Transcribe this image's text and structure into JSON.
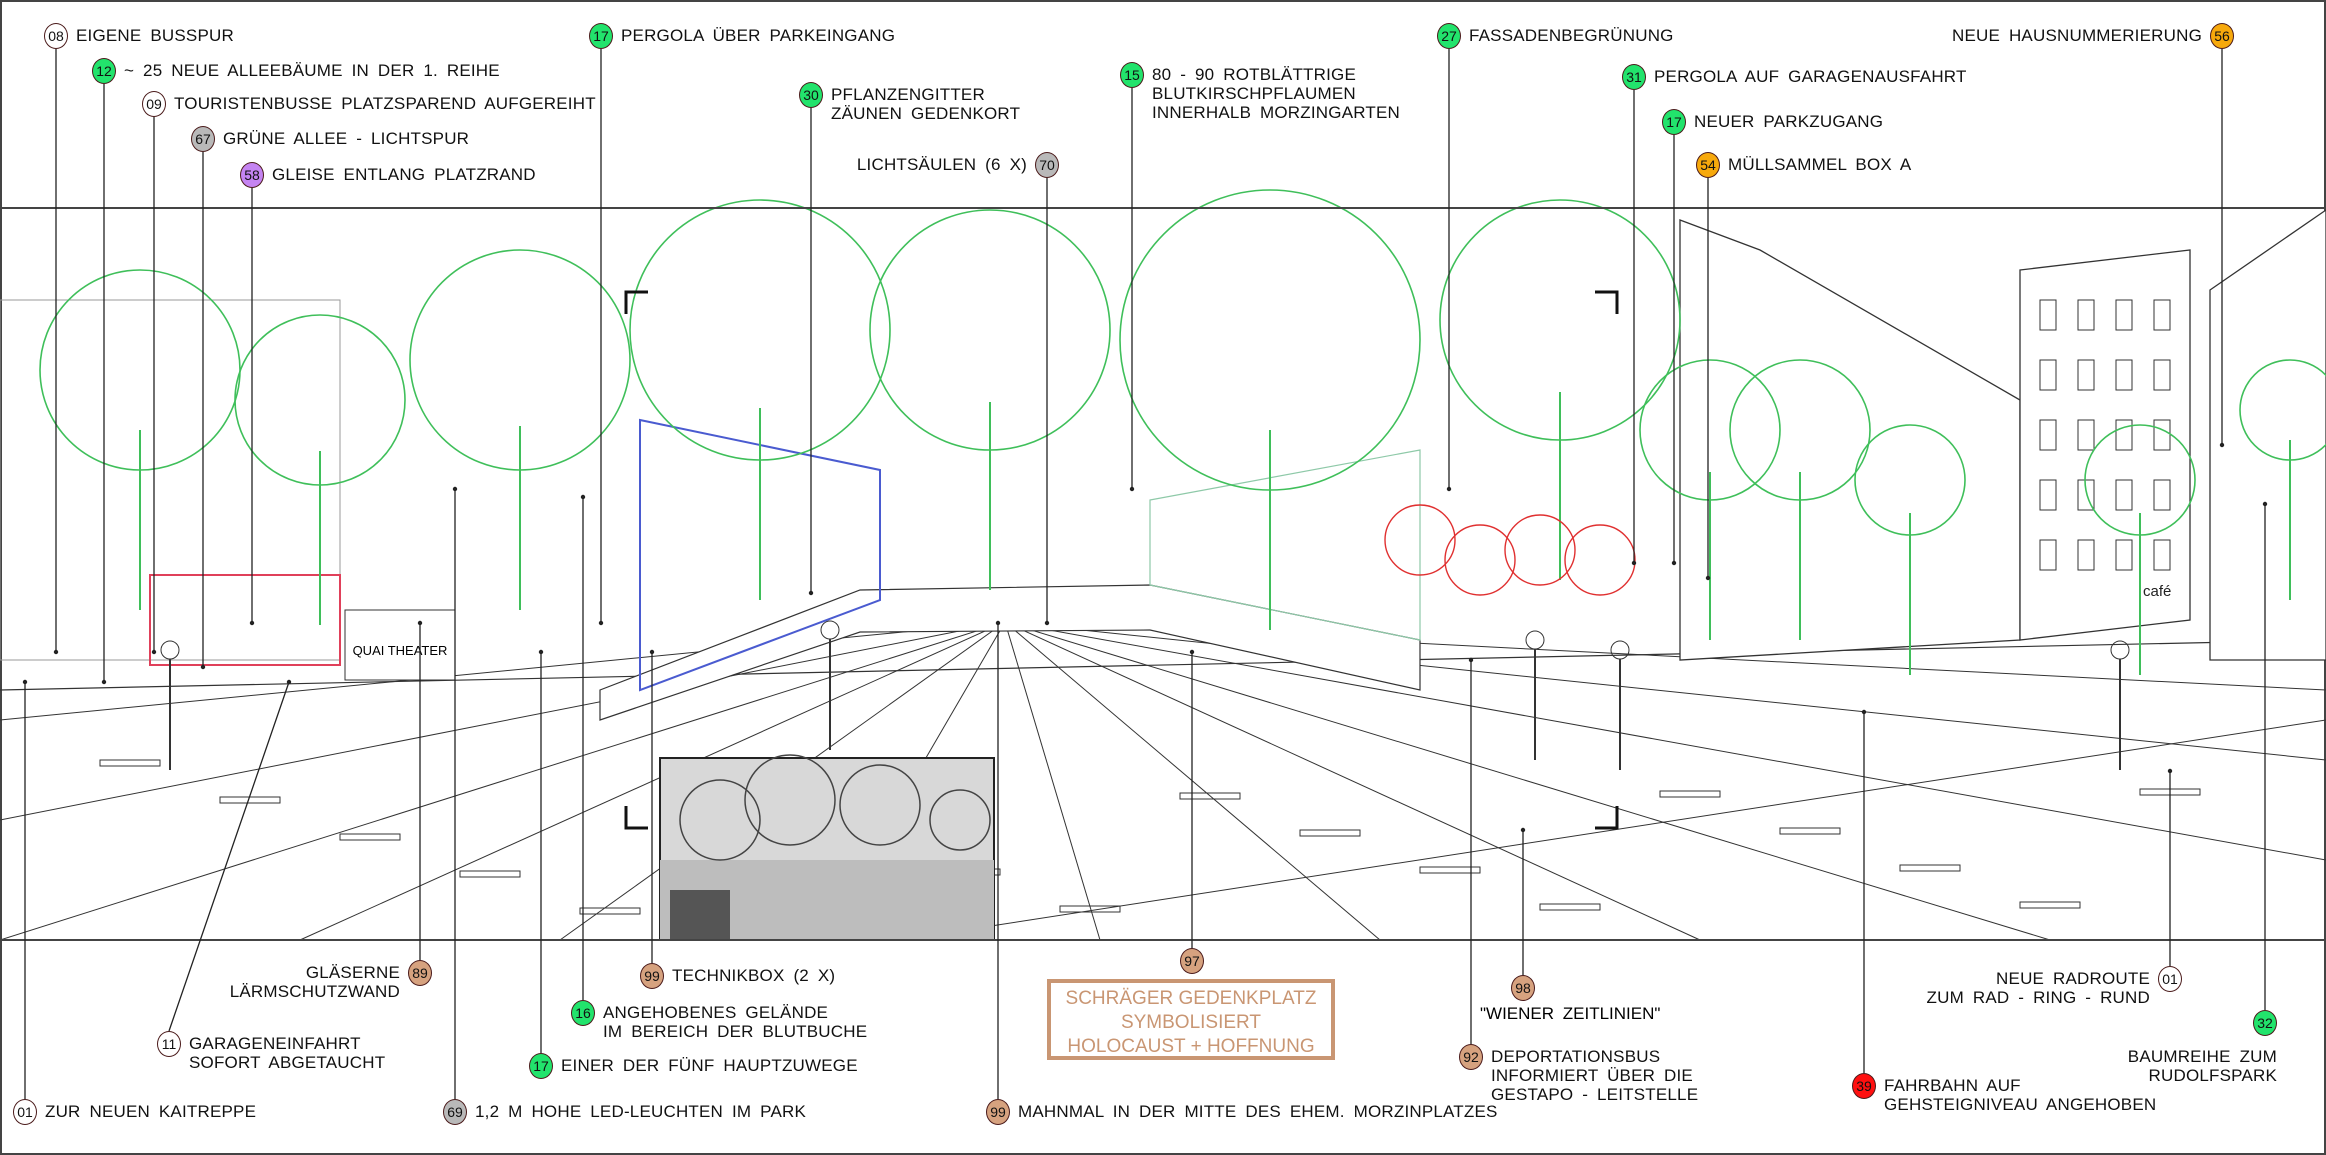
{
  "colors": {
    "green": "#22e36c",
    "gray": "#b9b9b9",
    "purple": "#c584f2",
    "orange": "#f7a90c",
    "brown": "#d6a27f",
    "red": "#ff1010",
    "white": "#ffffff",
    "memo_text": "#c99673"
  },
  "top_callouts": [
    {
      "id": "t08",
      "num": "08",
      "color": "white",
      "lines": [
        "EIGENE BUSSPUR"
      ]
    },
    {
      "id": "t12",
      "num": "12",
      "color": "green",
      "lines": [
        "~ 25 NEUE ALLEEBÄUME IN DER 1. REIHE"
      ]
    },
    {
      "id": "t09",
      "num": "09",
      "color": "white",
      "lines": [
        "TOURISTENBUSSE PLATZSPAREND AUFGEREIHT"
      ]
    },
    {
      "id": "t67",
      "num": "67",
      "color": "gray",
      "lines": [
        "GRÜNE ALLEE - LICHTSPUR"
      ]
    },
    {
      "id": "t58",
      "num": "58",
      "color": "purple",
      "lines": [
        "GLEISE ENTLANG PLATZRAND"
      ]
    },
    {
      "id": "t17a",
      "num": "17",
      "color": "green",
      "lines": [
        "PERGOLA ÜBER PARKEINGANG"
      ]
    },
    {
      "id": "t30",
      "num": "30",
      "color": "green",
      "lines": [
        "PFLANZENGITTER",
        "ZÄUNEN GEDENKORT"
      ]
    },
    {
      "id": "t70",
      "num": "70",
      "color": "gray",
      "lines": [
        "LICHTSÄULEN (6 X)"
      ]
    },
    {
      "id": "t15",
      "num": "15",
      "color": "green",
      "lines": [
        "80 - 90 ROTBLÄTTRIGE",
        "BLUTKIRSCHPFLAUMEN",
        "INNERHALB MORZINGARTEN"
      ]
    },
    {
      "id": "t27",
      "num": "27",
      "color": "green",
      "lines": [
        "FASSADENBEGRÜNUNG"
      ]
    },
    {
      "id": "t31",
      "num": "31",
      "color": "green",
      "lines": [
        "PERGOLA AUF GARAGENAUSFAHRT"
      ]
    },
    {
      "id": "t17b",
      "num": "17",
      "color": "green",
      "lines": [
        "NEUER PARKZUGANG"
      ]
    },
    {
      "id": "t54",
      "num": "54",
      "color": "orange",
      "lines": [
        "MÜLLSAMMEL BOX A"
      ]
    },
    {
      "id": "t56",
      "num": "56",
      "color": "orange",
      "lines": [
        "NEUE HAUSNUMMERIERUNG"
      ]
    }
  ],
  "bottom_callouts": [
    {
      "id": "b89",
      "num": "89",
      "color": "brown",
      "lines": [
        "GLÄSERNE",
        "LÄRMSCHUTZWAND"
      ]
    },
    {
      "id": "b11",
      "num": "11",
      "color": "white",
      "lines": [
        "GARAGENEINFAHRT",
        "SOFORT ABGETAUCHT"
      ]
    },
    {
      "id": "b01a",
      "num": "01",
      "color": "white",
      "lines": [
        "ZUR NEUEN KAITREPPE"
      ]
    },
    {
      "id": "b69",
      "num": "69",
      "color": "gray",
      "lines": [
        "1,2 M HOHE LED-LEUCHTEN IM PARK"
      ]
    },
    {
      "id": "b99a",
      "num": "99",
      "color": "brown",
      "lines": [
        "TECHNIKBOX (2 X)"
      ]
    },
    {
      "id": "b16",
      "num": "16",
      "color": "green",
      "lines": [
        "ANGEHOBENES GELÄNDE",
        "IM BEREICH DER BLUTBUCHE"
      ]
    },
    {
      "id": "b17",
      "num": "17",
      "color": "green",
      "lines": [
        "EINER DER FÜNF HAUPTZUWEGE"
      ]
    },
    {
      "id": "b99b",
      "num": "99",
      "color": "brown",
      "lines": [
        "MAHNMAL IN DER MITTE DES EHEM. MORZINPLATZES"
      ]
    },
    {
      "id": "b97",
      "num": "97",
      "color": "brown",
      "lines": []
    },
    {
      "id": "b98",
      "num": "98",
      "color": "brown",
      "lines": []
    },
    {
      "id": "b92",
      "num": "92",
      "color": "brown",
      "lines": [
        "DEPORTATIONSBUS",
        "INFORMIERT ÜBER DIE",
        "GESTAPO - LEITSTELLE"
      ]
    },
    {
      "id": "b39",
      "num": "39",
      "color": "red",
      "lines": [
        "FAHRBAHN AUF",
        "GEHSTEIGNIVEAU ANGEHOBEN"
      ]
    },
    {
      "id": "b01b",
      "num": "01",
      "color": "white",
      "lines": [
        "NEUE RADROUTE",
        "ZUM RAD - RING - RUND"
      ]
    },
    {
      "id": "b32",
      "num": "32",
      "color": "green",
      "lines": [
        "BAUMREIHE ZUM",
        "RUDOLFSPARK"
      ]
    }
  ],
  "wiener_zeitlinien": "\"WIENER ZEITLINIEN\"",
  "memo_box": [
    "SCHRÄGER GEDENKPLATZ",
    "SYMBOLISIERT",
    "HOLOCAUST + HOFFNUNG"
  ],
  "sketch_signs": {
    "theater": "QUAI THEATER",
    "cafe": "café"
  }
}
